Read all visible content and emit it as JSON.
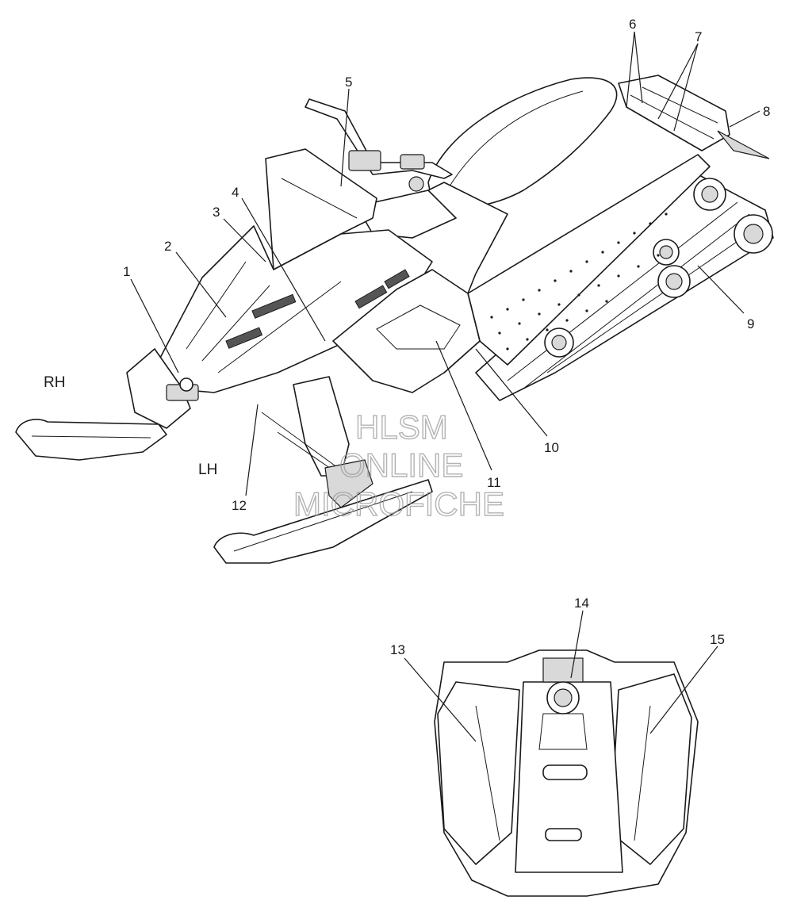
{
  "callouts": {
    "c1": "1",
    "c2": "2",
    "c3": "3",
    "c4": "4",
    "c5": "5",
    "c6": "6",
    "c7": "7",
    "c8": "8",
    "c9": "9",
    "c10": "10",
    "c11": "11",
    "c12": "12",
    "c13": "13",
    "c14": "14",
    "c15": "15"
  },
  "sides": {
    "right": "RH",
    "left": "LH"
  },
  "watermark": {
    "line1": "HLSM",
    "line2": "ONLINE",
    "line3": "MICROFICHE"
  }
}
